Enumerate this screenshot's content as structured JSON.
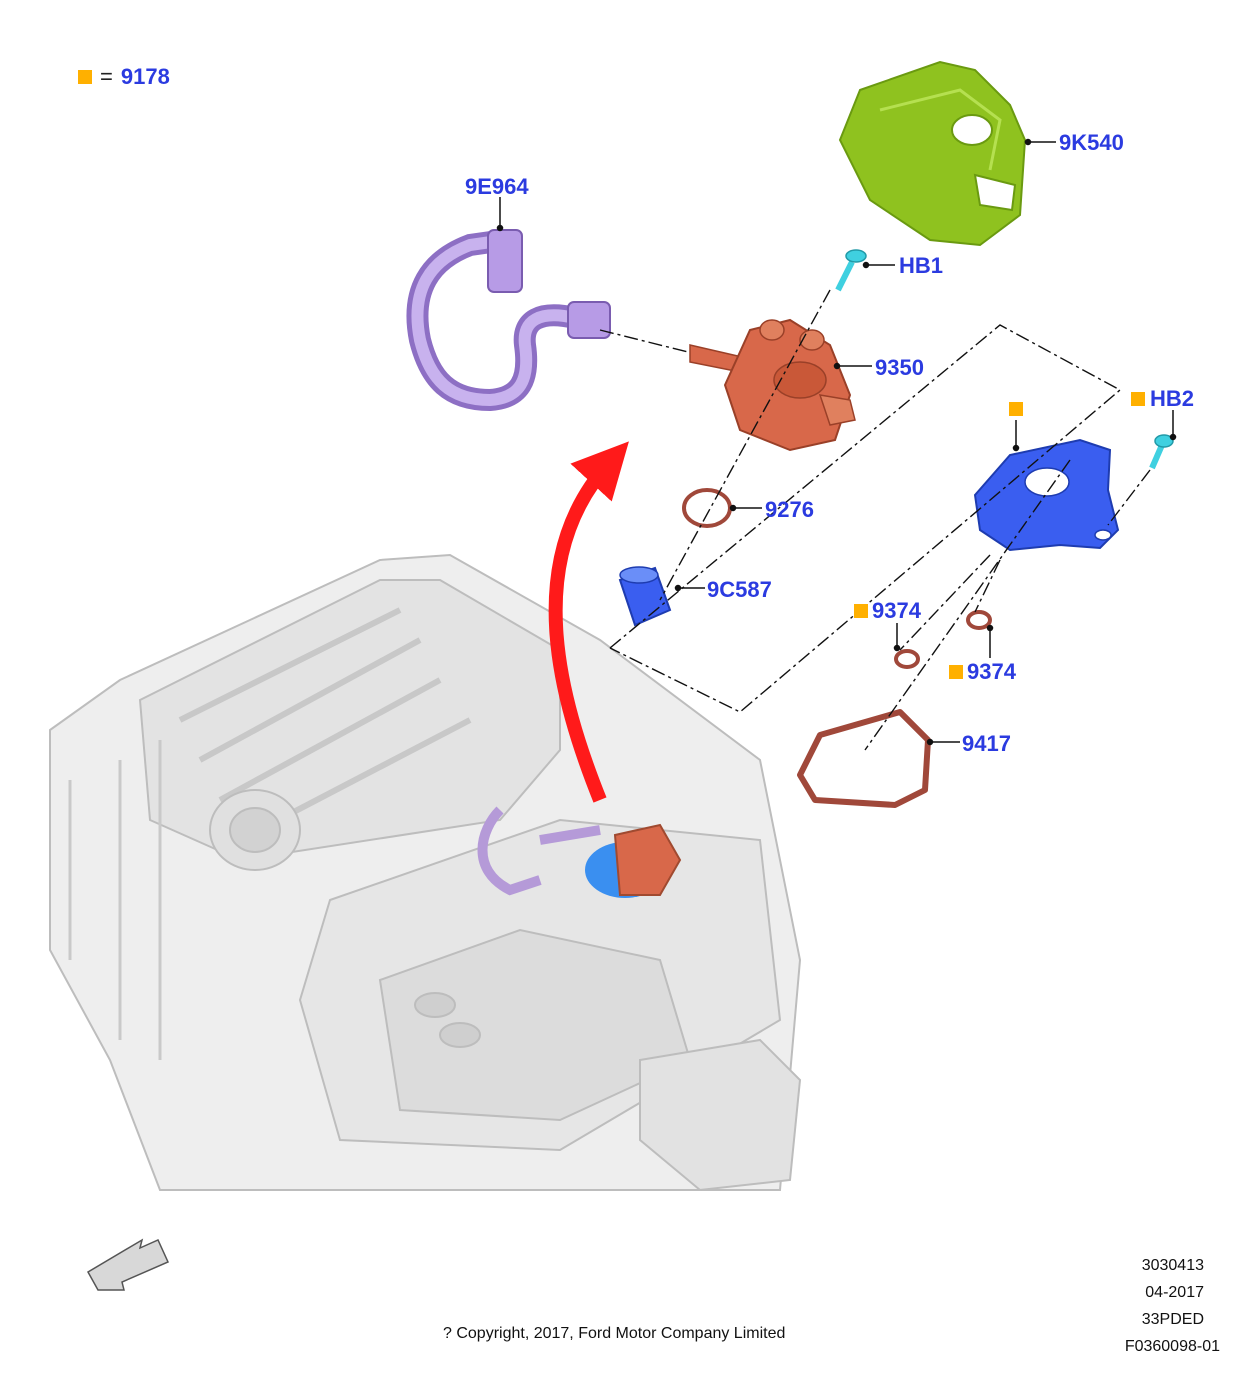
{
  "legend": {
    "symbol": "=",
    "part_number": "9178",
    "marker_color": "#ffb000"
  },
  "callouts": {
    "p9K540": "9K540",
    "p9E964": "9E964",
    "pHB1": "HB1",
    "p9350": "9350",
    "pHB2": "HB2",
    "p9276": "9276",
    "p9C587": "9C587",
    "p9374a": "9374",
    "p9374b": "9374",
    "p9417": "9417"
  },
  "footer": {
    "line1": "3030413",
    "line2": "04-2017",
    "line3": "33PDED",
    "line4": "F0360098-01",
    "copyright": "? Copyright, 2017, Ford Motor Company Limited"
  },
  "colors": {
    "label": "#2b3be0",
    "marker": "#ffb000",
    "hose": "#a78ad6",
    "pump": "#d8684a",
    "cover": "#8fc21f",
    "adapter": "#3a5ef0",
    "fastener": "#3fd0e0",
    "seal": "#a0483a",
    "arrow": "#ff1a1a",
    "engine": "#d6d6d6"
  }
}
